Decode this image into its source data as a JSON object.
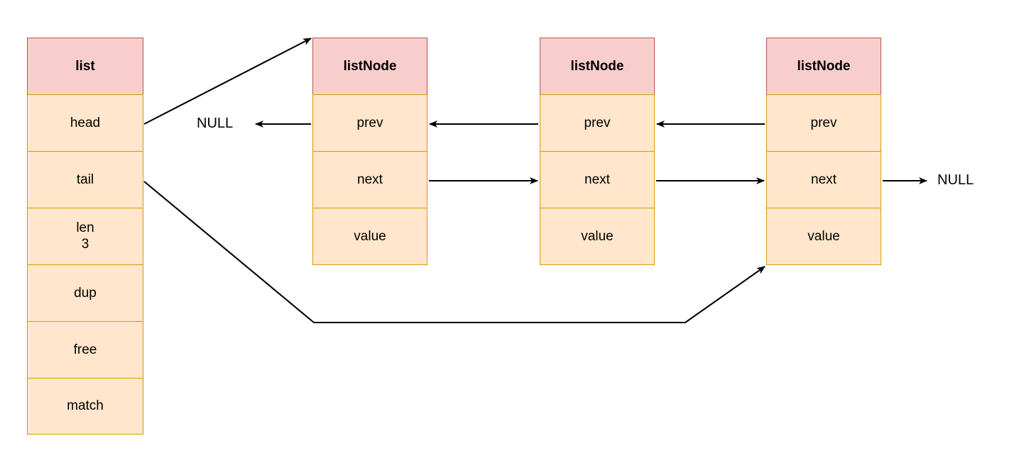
{
  "diagram": {
    "title_hidden": "",
    "colors": {
      "header_fill": "#F8CECC",
      "header_stroke": "#B85450",
      "field_fill": "#FFE6CC",
      "field_stroke": "#D79B00",
      "edge_stroke": "#000000",
      "background": "#FFFFFF",
      "text": "#000000"
    },
    "list_struct": {
      "header": "list",
      "fields": [
        {
          "name": "head",
          "value": ""
        },
        {
          "name": "tail",
          "value": ""
        },
        {
          "name": "len",
          "value": "3"
        },
        {
          "name": "dup",
          "value": ""
        },
        {
          "name": "free",
          "value": ""
        },
        {
          "name": "match",
          "value": ""
        }
      ]
    },
    "nodes": [
      {
        "header": "listNode",
        "fields": [
          {
            "name": "prev"
          },
          {
            "name": "next"
          },
          {
            "name": "value"
          }
        ]
      },
      {
        "header": "listNode",
        "fields": [
          {
            "name": "prev"
          },
          {
            "name": "next"
          },
          {
            "name": "value"
          }
        ]
      },
      {
        "header": "listNode",
        "fields": [
          {
            "name": "prev"
          },
          {
            "name": "next"
          },
          {
            "name": "value"
          }
        ]
      }
    ],
    "null_labels": [
      {
        "id": "prev-null",
        "text": "NULL"
      },
      {
        "id": "next-null",
        "text": "NULL"
      }
    ],
    "edges": [
      {
        "id": "head-to-node1",
        "from": "list.head",
        "to": "node1"
      },
      {
        "id": "tail-to-node3",
        "from": "list.tail",
        "to": "node3"
      },
      {
        "id": "node1-prev-to-null",
        "from": "node1.prev",
        "to": "NULL"
      },
      {
        "id": "node2-prev-to-node1",
        "from": "node2.prev",
        "to": "node1"
      },
      {
        "id": "node3-prev-to-node2",
        "from": "node3.prev",
        "to": "node2"
      },
      {
        "id": "node1-next-to-node2",
        "from": "node1.next",
        "to": "node2"
      },
      {
        "id": "node2-next-to-node3",
        "from": "node2.next",
        "to": "node3"
      },
      {
        "id": "node3-next-to-null",
        "from": "node3.next",
        "to": "NULL"
      }
    ]
  }
}
